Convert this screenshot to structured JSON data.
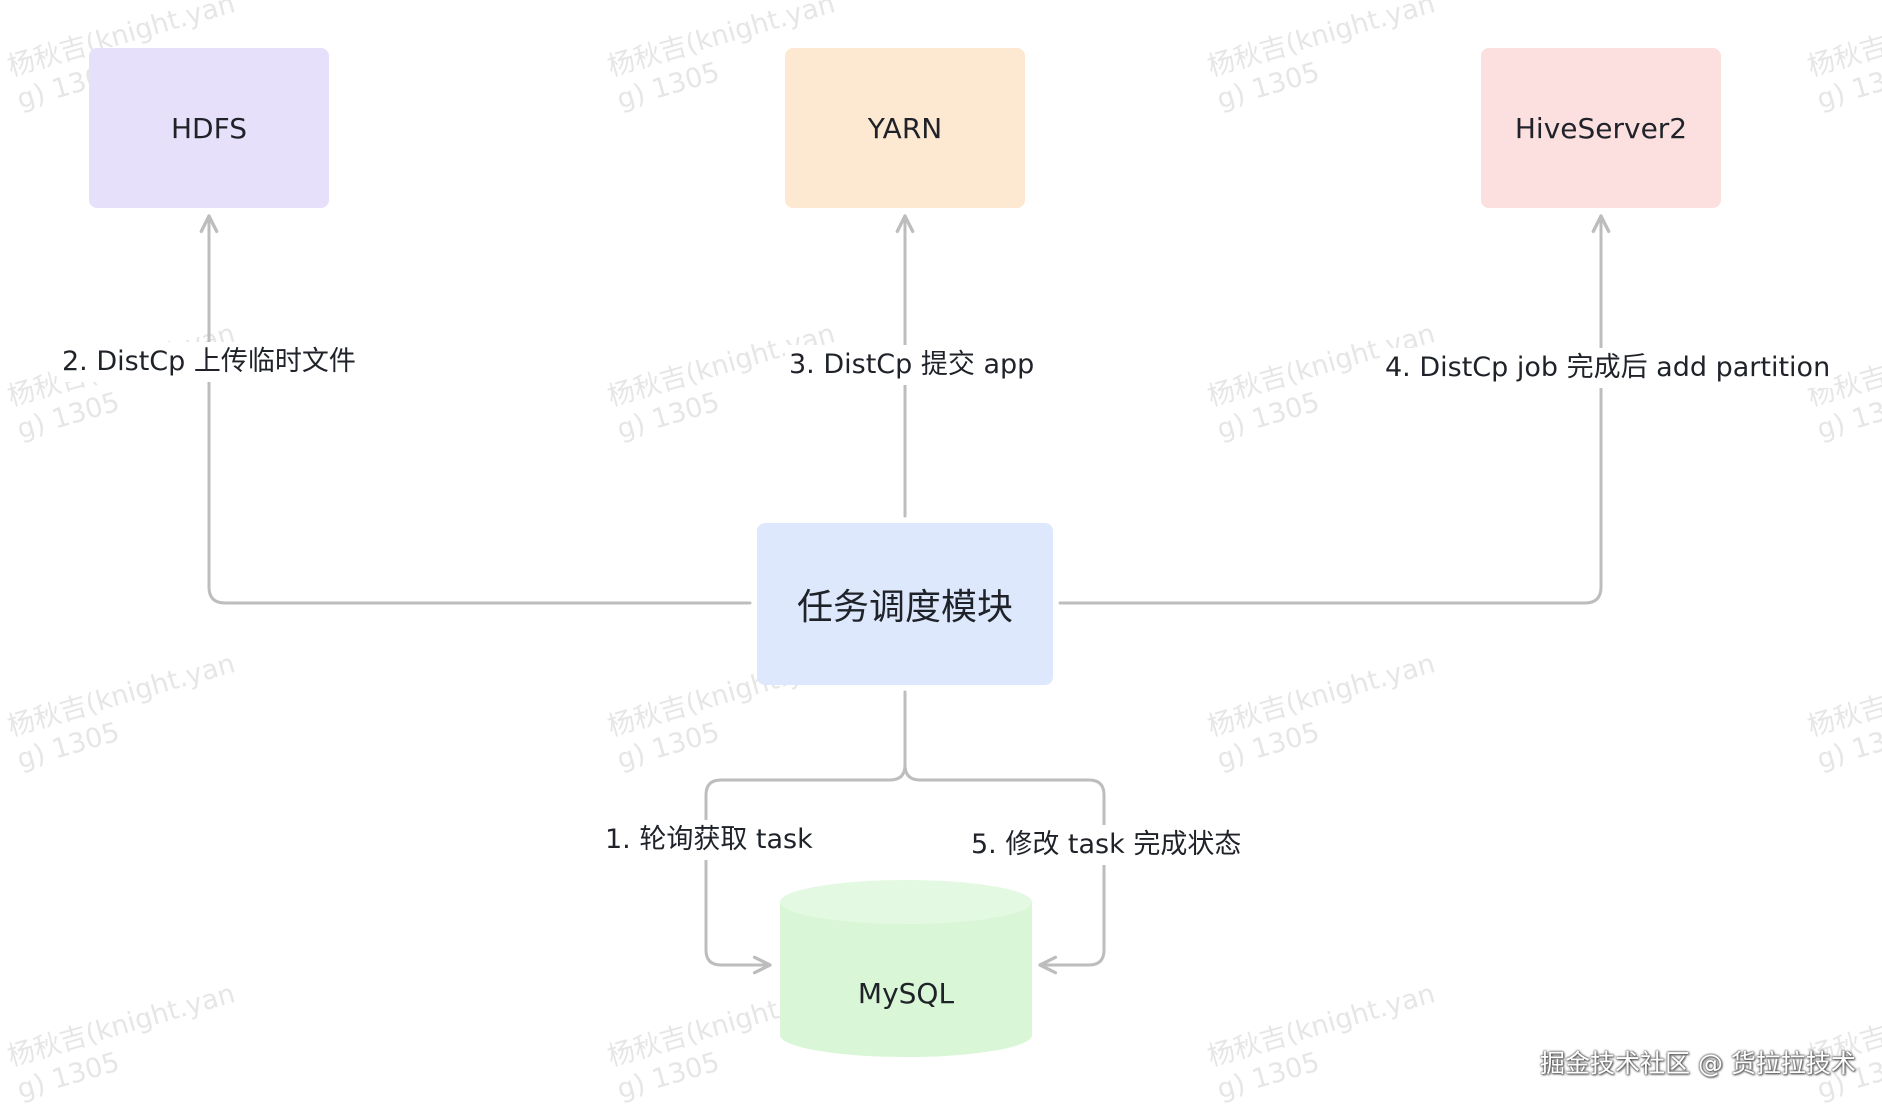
{
  "nodes": {
    "hdfs": "HDFS",
    "yarn": "YARN",
    "hiveserver2": "HiveServer2",
    "scheduler": "任务调度模块",
    "mysql": "MySQL"
  },
  "edges": {
    "upload": "2. DistCp 上传临时文件",
    "submit": "3. DistCp 提交 app",
    "add_partition": "4. DistCp job 完成后 add partition",
    "poll": "1. 轮询获取 task",
    "update_status": "5. 修改 task 完成状态"
  },
  "watermark": "杨秋吉(knight.yan\ng) 1305",
  "footer": "掘金技术社区 @ 货拉拉技术",
  "colors": {
    "hdfs_fill": "#e7e0fa",
    "yarn_fill": "#fde8d1",
    "hive_fill": "#fce0e0",
    "scheduler_fill": "#dde8fd",
    "mysql_fill": "#d9f6d6",
    "connector": "#bdbdbd"
  }
}
